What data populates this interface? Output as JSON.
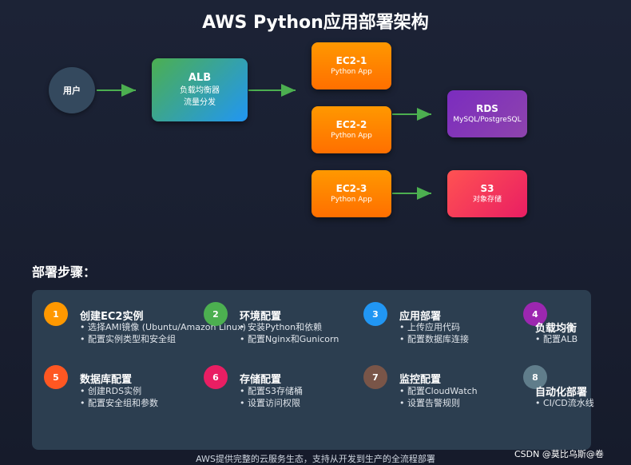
{
  "title": "AWS Python应用部署架构",
  "nodes": {
    "user": "用户",
    "alb": {
      "title": "ALB",
      "line1": "负载均衡器",
      "line2": "流量分发"
    },
    "ec2_1": {
      "title": "EC2-1",
      "sub": "Python App"
    },
    "ec2_2": {
      "title": "EC2-2",
      "sub": "Python App"
    },
    "ec2_3": {
      "title": "EC2-3",
      "sub": "Python App"
    },
    "rds": {
      "title": "RDS",
      "sub": "MySQL/PostgreSQL"
    },
    "s3": {
      "title": "S3",
      "sub": "对象存储"
    }
  },
  "steps_title": "部署步骤：",
  "steps": [
    {
      "num": "1",
      "title": "创建EC2实例",
      "items": [
        "• 选择AMI镜像 (Ubuntu/Amazon Linux)",
        "• 配置实例类型和安全组"
      ],
      "color": "#ff9800"
    },
    {
      "num": "2",
      "title": "环境配置",
      "items": [
        "• 安装Python和依赖",
        "• 配置Nginx和Gunicorn"
      ],
      "color": "#4caf50"
    },
    {
      "num": "3",
      "title": "应用部署",
      "items": [
        "• 上传应用代码",
        "• 配置数据库连接"
      ],
      "color": "#2196f3"
    },
    {
      "num": "4",
      "title": "负载均衡",
      "items": [
        "• 配置ALB"
      ],
      "color": "#9c27b0"
    },
    {
      "num": "5",
      "title": "数据库配置",
      "items": [
        "• 创建RDS实例",
        "• 配置安全组和参数"
      ],
      "color": "#ff5722"
    },
    {
      "num": "6",
      "title": "存储配置",
      "items": [
        "• 配置S3存储桶",
        "• 设置访问权限"
      ],
      "color": "#e91e63"
    },
    {
      "num": "7",
      "title": "监控配置",
      "items": [
        "• 配置CloudWatch",
        "• 设置告警规则"
      ],
      "color": "#795548"
    },
    {
      "num": "8",
      "title": "自动化部署",
      "items": [
        "• CI/CD流水线"
      ],
      "color": "#607d8b"
    }
  ],
  "footer": "AWS提供完整的云服务生态，支持从开发到生产的全流程部署",
  "watermark": "CSDN @莫比乌斯@卷",
  "colors": {
    "arrow": "#4caf50"
  }
}
